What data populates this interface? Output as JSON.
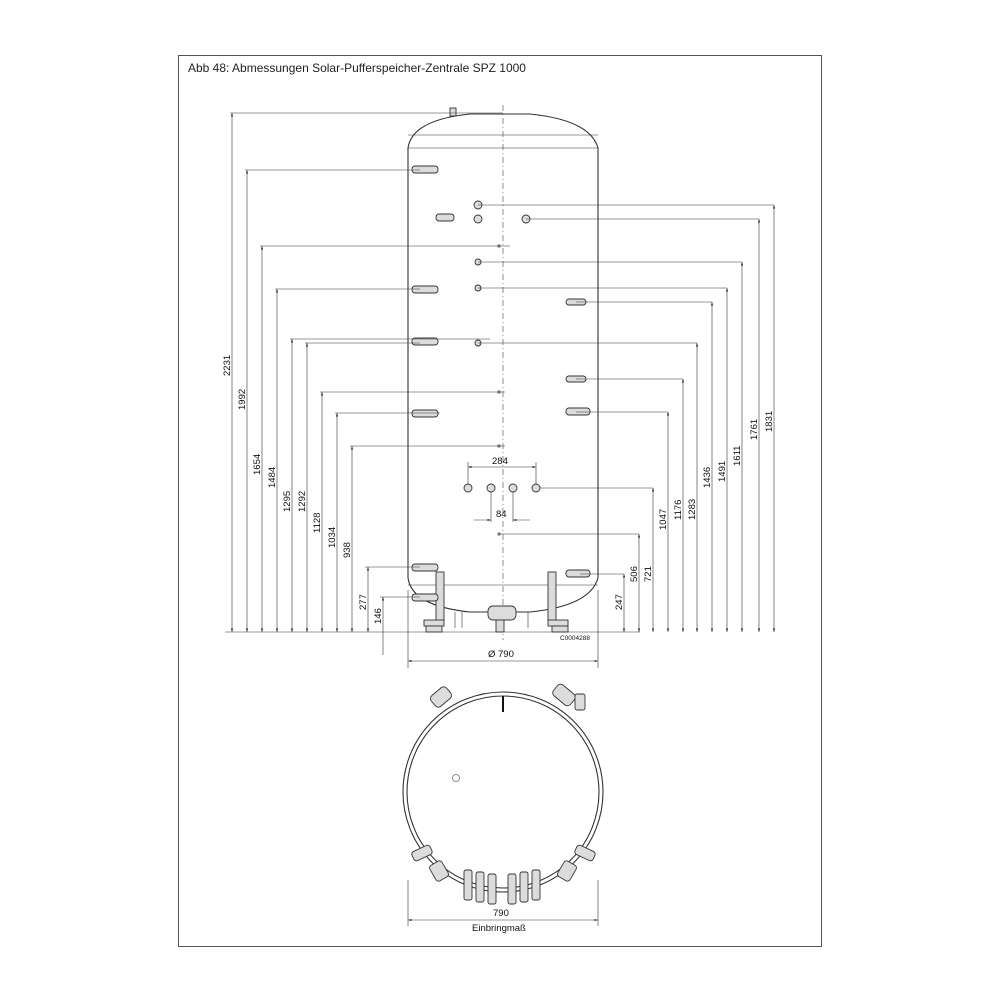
{
  "title": "Abb 48:  Abmessungen Solar-Pufferspeicher-Zentrale SPZ 1000",
  "left_dims": [
    "2231",
    "1992",
    "1654",
    "1484",
    "1295",
    "1292",
    "1128",
    "1034",
    "938",
    "277",
    "146"
  ],
  "right_dims": [
    "1831",
    "1761",
    "1611",
    "1491",
    "1436",
    "1283",
    "1176",
    "1047",
    "721",
    "506",
    "247"
  ],
  "dim_284": "284",
  "dim_84": "84",
  "diameter_label": "Ø 790",
  "code": "C0004288",
  "bottom_width": "790",
  "einbring_label": "Einbringmaß"
}
